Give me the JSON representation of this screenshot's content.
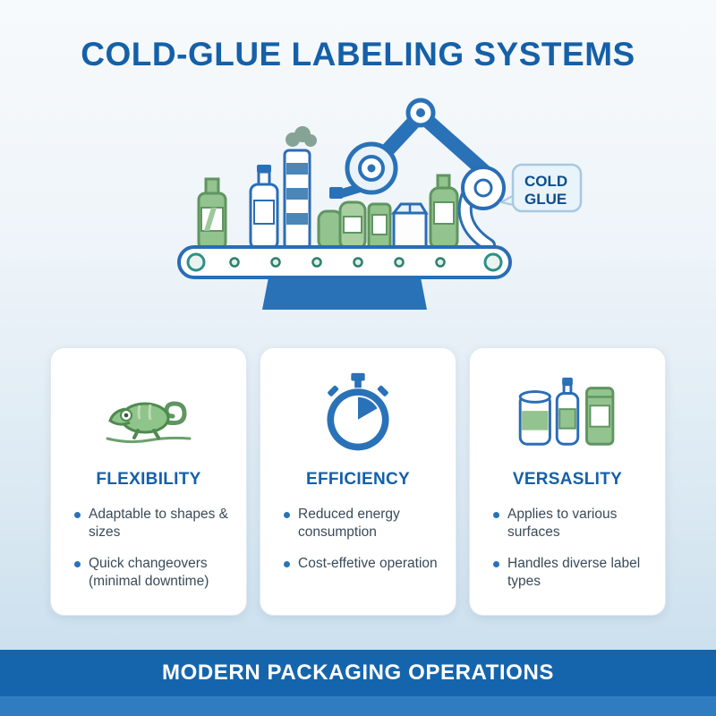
{
  "title": "COLD-GLUE LABELING SYSTEMS",
  "illustration": {
    "description": "conveyor belt with bottles and robotic labeling arm",
    "callout_line1": "COLD",
    "callout_line2": "GLUE"
  },
  "cards": [
    {
      "icon": "chameleon-icon",
      "heading": "FLEXIBILITY",
      "bullets": [
        "Adaptable to shapes & sizes",
        "Quick changeovers (minimal downtime)"
      ]
    },
    {
      "icon": "stopwatch-icon",
      "heading": "EFFICIENCY",
      "bullets": [
        "Reduced energy consumption",
        "Cost-effetive operation"
      ]
    },
    {
      "icon": "containers-icon",
      "heading": "VERSASLITY",
      "bullets": [
        "Applies to various surfaces",
        "Handles diverse label types"
      ]
    }
  ],
  "footer": {
    "banner": "MODERN PACKAGING OPERATIONS"
  },
  "colors": {
    "primary_blue": "#1560a8",
    "machine_blue": "#2a72b8",
    "outline_blue": "#2a6db5",
    "green_fill": "#93c38e",
    "green_stroke": "#5f9560",
    "banner_blue": "#1565ad",
    "banner_strip": "#2f7cc0",
    "callout_bg": "#e8f3fa",
    "text_dark": "#3a4a5a"
  }
}
